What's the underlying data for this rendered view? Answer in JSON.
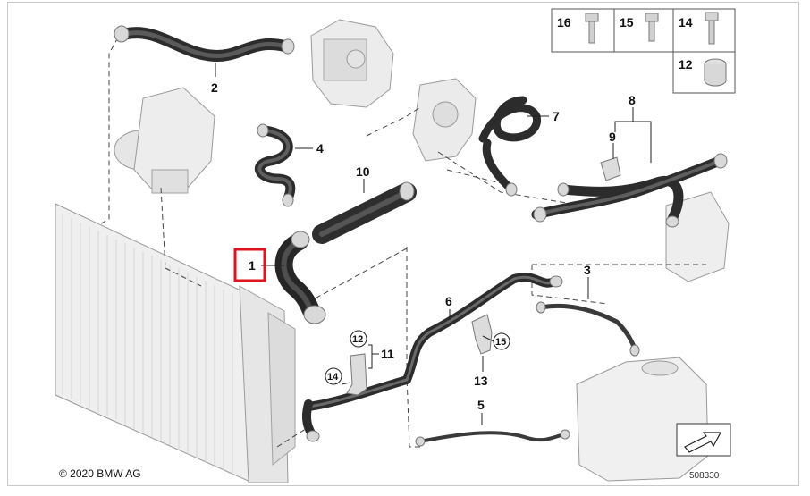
{
  "copyright": "© 2020 BMW AG",
  "diagram_number": "508330",
  "parts": {
    "p1": "1",
    "p2": "2",
    "p3": "3",
    "p4": "4",
    "p5": "5",
    "p6": "6",
    "p7": "7",
    "p8": "8",
    "p9": "9",
    "p10": "10",
    "p11": "11",
    "p12": "12",
    "p13": "13",
    "p14": "14",
    "p15": "15",
    "p16": "16"
  },
  "legend": {
    "l16": "16",
    "l15": "15",
    "l14": "14",
    "l12": "12"
  },
  "callouts": {
    "c12": "12",
    "c14": "14",
    "c15": "15"
  },
  "highlight_color": "#e0141e"
}
